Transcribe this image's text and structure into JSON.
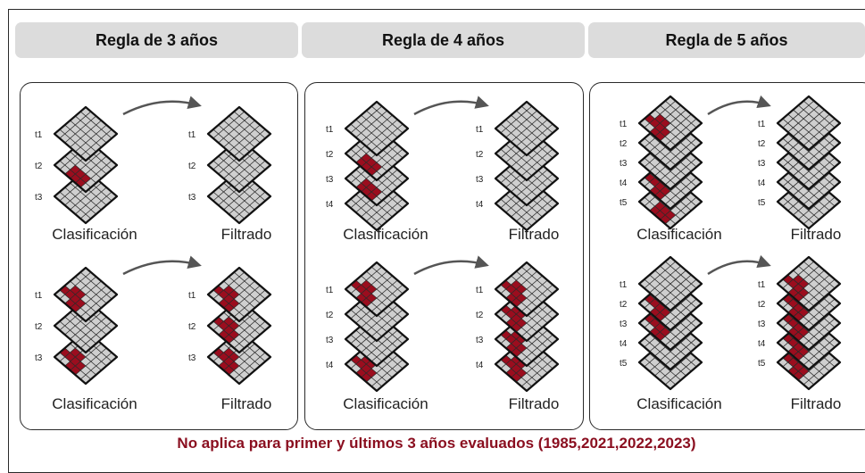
{
  "rules": [
    {
      "header": "Regla de 3 años",
      "examples": [
        {
          "layers": [
            "t1",
            "t2",
            "t3"
          ],
          "classification": [
            [],
            [
              3
            ],
            []
          ],
          "filtered": [
            [],
            [],
            []
          ]
        },
        {
          "layers": [
            "t1",
            "t2",
            "t3"
          ],
          "classification": [
            [
              1
            ],
            [],
            [
              1
            ]
          ],
          "filtered": [
            [
              1
            ],
            [
              1
            ],
            [
              1
            ]
          ]
        }
      ]
    },
    {
      "header": "Regla de 4 años",
      "examples": [
        {
          "layers": [
            "t1",
            "t2",
            "t3",
            "t4"
          ],
          "classification": [
            [],
            [
              3
            ],
            [
              3
            ],
            []
          ],
          "filtered": [
            [],
            [],
            [],
            []
          ]
        },
        {
          "layers": [
            "t1",
            "t2",
            "t3",
            "t4"
          ],
          "classification": [
            [
              1
            ],
            [],
            [],
            [
              1
            ]
          ],
          "filtered": [
            [
              1
            ],
            [
              1
            ],
            [
              1
            ],
            [
              1
            ]
          ]
        }
      ]
    },
    {
      "header": "Regla de 5 años",
      "examples": [
        {
          "layers": [
            "t1",
            "t2",
            "t3",
            "t4",
            "t5"
          ],
          "classification": [
            [
              1
            ],
            [],
            [],
            [
              1
            ],
            [
              3
            ]
          ],
          "filtered": [
            [],
            [],
            [],
            [],
            []
          ]
        },
        {
          "layers": [
            "t1",
            "t2",
            "t3",
            "t4",
            "t5"
          ],
          "classification": [
            [],
            [
              1
            ],
            [
              1
            ],
            [],
            []
          ],
          "filtered": [
            [
              1
            ],
            [
              1
            ],
            [
              1
            ],
            [
              1
            ],
            [
              1
            ]
          ]
        }
      ]
    }
  ],
  "labels": {
    "classification": "Clasificación",
    "filtered": "Filtrado"
  },
  "footer": "No aplica para primer y últimos 3 años evaluados (1985,2021,2022,2023)",
  "colors": {
    "header_bg": "#dcdcdc",
    "cell_gray": "#cfcfcf",
    "highlight": "#9b0d1e",
    "footer_text": "#8a0e1f"
  }
}
